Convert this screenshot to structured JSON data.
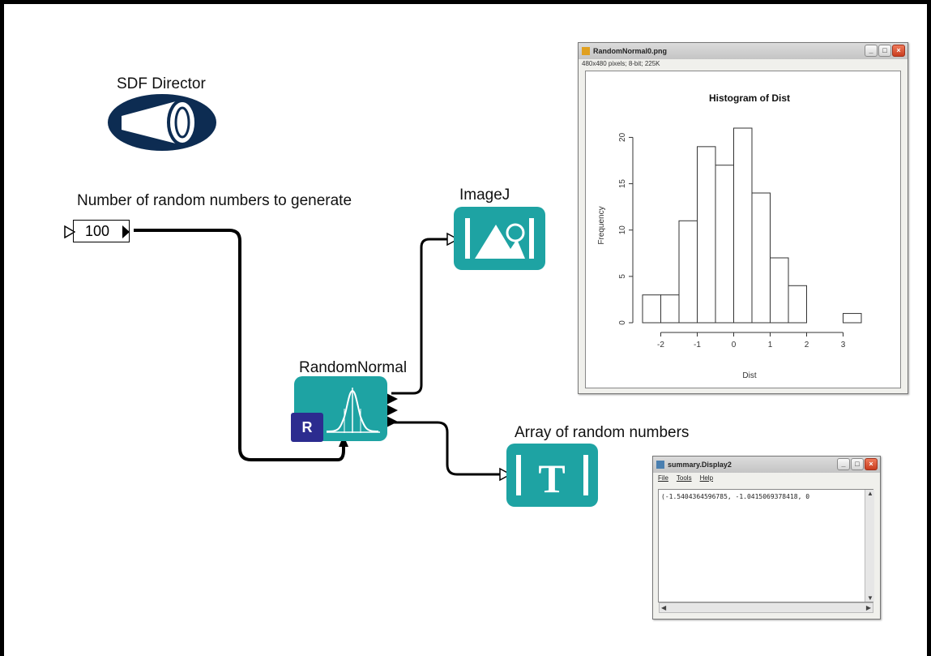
{
  "workflow": {
    "director_label": "SDF Director",
    "parameter_label": "Number of random numbers to generate",
    "parameter_value": "100",
    "imagej_label": "ImageJ",
    "random_normal_label": "RandomNormal",
    "r_badge": "R",
    "display_label": "Array of random numbers",
    "actor_color": "#1ea3a3",
    "director_color": "#0d2c52",
    "r_badge_color": "#2c2c8f"
  },
  "histogram_window": {
    "title": "RandomNormal0.png",
    "info": "480x480 pixels; 8-bit; 225K",
    "buttons": [
      "_",
      "□",
      "×"
    ]
  },
  "summary_window": {
    "title": "summary.Display2",
    "menu": [
      "File",
      "Tools",
      "Help"
    ],
    "content": "(-1.5404364596785, -1.0415069378418, 0",
    "buttons": [
      "_",
      "□",
      "×"
    ]
  },
  "chart_data": {
    "type": "bar",
    "title": "Histogram of Dist",
    "xlabel": "Dist",
    "ylabel": "Frequency",
    "bin_edges": [
      -2.5,
      -2.0,
      -1.5,
      -1.0,
      -0.5,
      0.0,
      0.5,
      1.0,
      1.5,
      2.0,
      2.5,
      3.0,
      3.5
    ],
    "values": [
      3,
      3,
      11,
      19,
      17,
      21,
      14,
      7,
      4,
      0,
      0,
      1
    ],
    "xticks": [
      "-2",
      "-1",
      "0",
      "1",
      "2",
      "3"
    ],
    "yticks": [
      "0",
      "5",
      "10",
      "15",
      "20"
    ],
    "xlim": [
      -2.5,
      3.5
    ],
    "ylim": [
      0,
      21
    ]
  }
}
